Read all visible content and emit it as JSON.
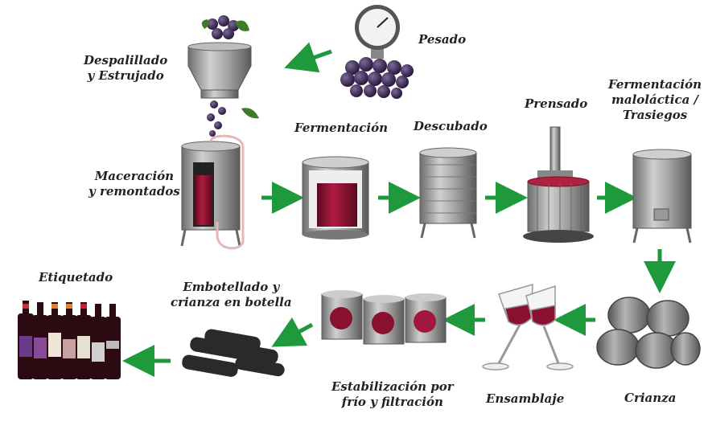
{
  "diagram": {
    "steps": {
      "pesado": "Pesado",
      "despalillado_line1": "Despalillado",
      "despalillado_line2": "y Estrujado",
      "maceracion_line1": "Maceración",
      "maceracion_line2": "y remontados",
      "fermentacion": "Fermentación",
      "descubado": "Descubado",
      "prensado": "Prensado",
      "malolactica_line1": "Fermentación",
      "malolactica_line2": "maloláctica /",
      "malolactica_line3": "Trasiegos",
      "crianza": "Crianza",
      "ensamblaje": "Ensamblaje",
      "estabilizacion_line1": "Estabilización por",
      "estabilizacion_line2": "frío y filtración",
      "embotellado_line1": "Embotellado y",
      "embotellado_line2": "crianza en botella",
      "etiquetado": "Etiquetado"
    },
    "colors": {
      "arrow": "#1e9a3c",
      "steel": "#9a9a9a",
      "wine": "#8a1030",
      "grape": "#3a2550",
      "leaf": "#3f7a2a"
    }
  }
}
